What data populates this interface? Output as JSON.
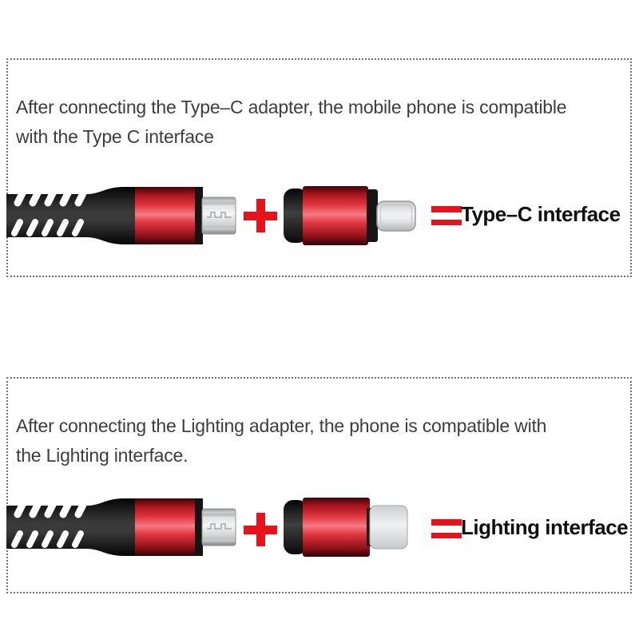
{
  "image": {
    "type": "product-infographic",
    "background": "#ffffff"
  },
  "colors": {
    "accent_red": "#e8121a",
    "paragraph_text": "#3d3d3d",
    "label_text": "#101010",
    "panel_border": "#6f6f6f"
  },
  "icons": {
    "plus_icon": "+",
    "equals_icon": "=",
    "cable_icon": "braided-cable-with-micro-usb-plug",
    "type_c_adapter_icon": "micro-usb-to-type-c-adapter",
    "lightning_adapter_icon": "micro-usb-to-lightning-adapter"
  },
  "panels": [
    {
      "name": "type-c-compatibility",
      "description_line1": "After connecting the Type–C adapter, the mobile phone is compatible",
      "description_line2": "with the Type C interface",
      "result_label": "Type–C interface"
    },
    {
      "name": "lightning-compatibility",
      "description_line1": "After connecting the Lighting adapter, the phone is compatible with",
      "description_line2": "the Lighting interface.",
      "result_label": "Lighting interface"
    }
  ]
}
